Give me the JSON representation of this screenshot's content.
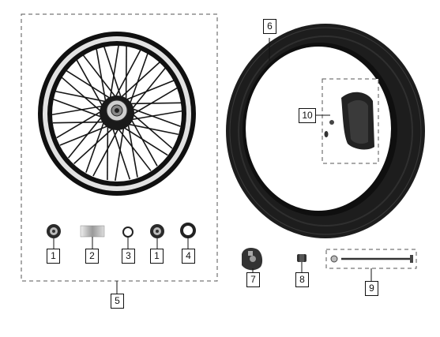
{
  "callouts": {
    "c1a": "1",
    "c2": "2",
    "c3": "3",
    "c1b": "1",
    "c4": "4",
    "c5": "5",
    "c6": "6",
    "c7": "7",
    "c8": "8",
    "c9": "9",
    "c10": "10"
  },
  "colors": {
    "line": "#111111",
    "dash": "#555555",
    "tire": "#1a1a1a",
    "rim_chrome": "#d8d8d8",
    "metal": "#b8b8b8"
  }
}
